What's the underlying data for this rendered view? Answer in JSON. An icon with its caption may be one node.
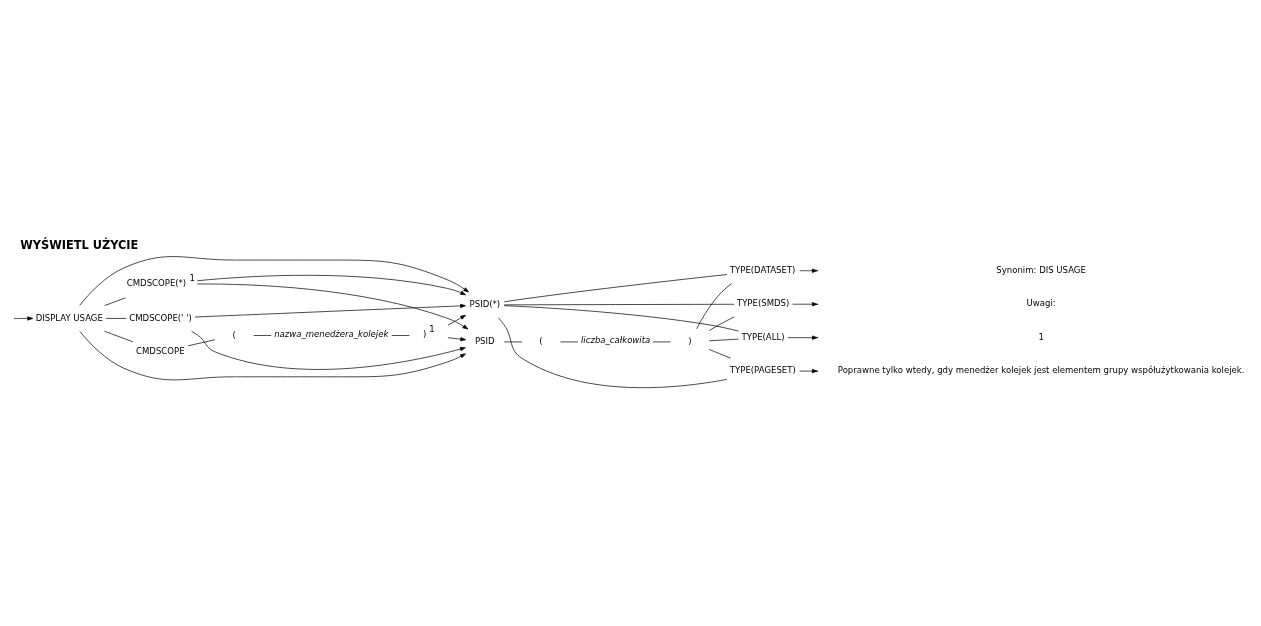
{
  "diagram": {
    "title": "WYŚWIETL UŻYCIE",
    "nodes": [
      {
        "text": [
          "DISPLAY USAGE"
        ]
      },
      {
        "text": [
          "CMDSCOPE(' ')"
        ]
      },
      {
        "text": [
          "CMDSCOPE"
        ]
      },
      {
        "text": [
          "("
        ]
      },
      {
        "text": [
          "nazwa_menedżera_kolejek"
        ]
      },
      {
        "text": [
          ")"
        ],
        "beside": [
          "1"
        ]
      },
      {
        "text": [
          "CMDSCOPE(*)"
        ],
        "beside": [
          "1"
        ]
      },
      {
        "text": [
          "PSID(*)"
        ]
      },
      {
        "text": [
          "PSID"
        ]
      },
      {
        "text": [
          "("
        ]
      },
      {
        "text": [
          "liczba_całkowita"
        ]
      },
      {
        "text": [
          ")"
        ]
      },
      {
        "text": [
          "TYPE(PAGESET)"
        ]
      },
      {
        "text": [
          "TYPE(DATASET)"
        ]
      },
      {
        "text": [
          "TYPE(SMDS)"
        ]
      },
      {
        "text": [
          "TYPE(ALL)"
        ]
      }
    ],
    "edges": [
      {
        "from": null,
        "to": 0,
        "arrow": "to"
      },
      {
        "from": 0,
        "to": 1,
        "arrow": "none"
      },
      {
        "from": 0,
        "to": 2,
        "arrow": "none"
      },
      {
        "from": 0,
        "to": 6,
        "arrow": "none"
      },
      {
        "from": 2,
        "to": 3,
        "arrow": "none"
      },
      {
        "from": 3,
        "to": 4,
        "arrow": "none"
      },
      {
        "from": 4,
        "to": 5,
        "arrow": "none"
      },
      {
        "from": 0,
        "to": 7,
        "arrow": "to"
      },
      {
        "from": 0,
        "to": 8,
        "arrow": "to"
      },
      {
        "from": 1,
        "to": 7,
        "arrow": "to"
      },
      {
        "from": 1,
        "to": 8,
        "arrow": "to"
      },
      {
        "from": 5,
        "to": 7,
        "arrow": "to"
      },
      {
        "from": 5,
        "to": 8,
        "arrow": "to"
      },
      {
        "from": 6,
        "to": 7,
        "arrow": "to"
      },
      {
        "from": 6,
        "to": 8,
        "arrow": "to"
      },
      {
        "from": 8,
        "to": 9,
        "arrow": "none"
      },
      {
        "from": 9,
        "to": 10,
        "arrow": "none"
      },
      {
        "from": 10,
        "to": 11,
        "arrow": "none"
      },
      {
        "from": 7,
        "to": 12,
        "arrow": "none"
      },
      {
        "from": 7,
        "to": 13,
        "arrow": "none"
      },
      {
        "from": 7,
        "to": 14,
        "arrow": "none"
      },
      {
        "from": 7,
        "to": 15,
        "arrow": "none"
      },
      {
        "from": 11,
        "to": 12,
        "arrow": "none"
      },
      {
        "from": 11,
        "to": 13,
        "arrow": "none"
      },
      {
        "from": 11,
        "to": 14,
        "arrow": "none"
      },
      {
        "from": 11,
        "to": 15,
        "arrow": "none"
      },
      {
        "from": 12,
        "to": null,
        "arrow": "to"
      },
      {
        "from": 13,
        "to": null,
        "arrow": "to"
      },
      {
        "from": 14,
        "to": null,
        "arrow": "to"
      },
      {
        "from": 15,
        "to": null,
        "arrow": "to"
      }
    ],
    "labels": [
      "Synonim: DIS USAGE",
      "Uwagi:",
      "1",
      "Poprawne tylko wtedy, gdy menedżer kolejek jest elementem grupy współużytkowania kolejek."
    ]
  }
}
